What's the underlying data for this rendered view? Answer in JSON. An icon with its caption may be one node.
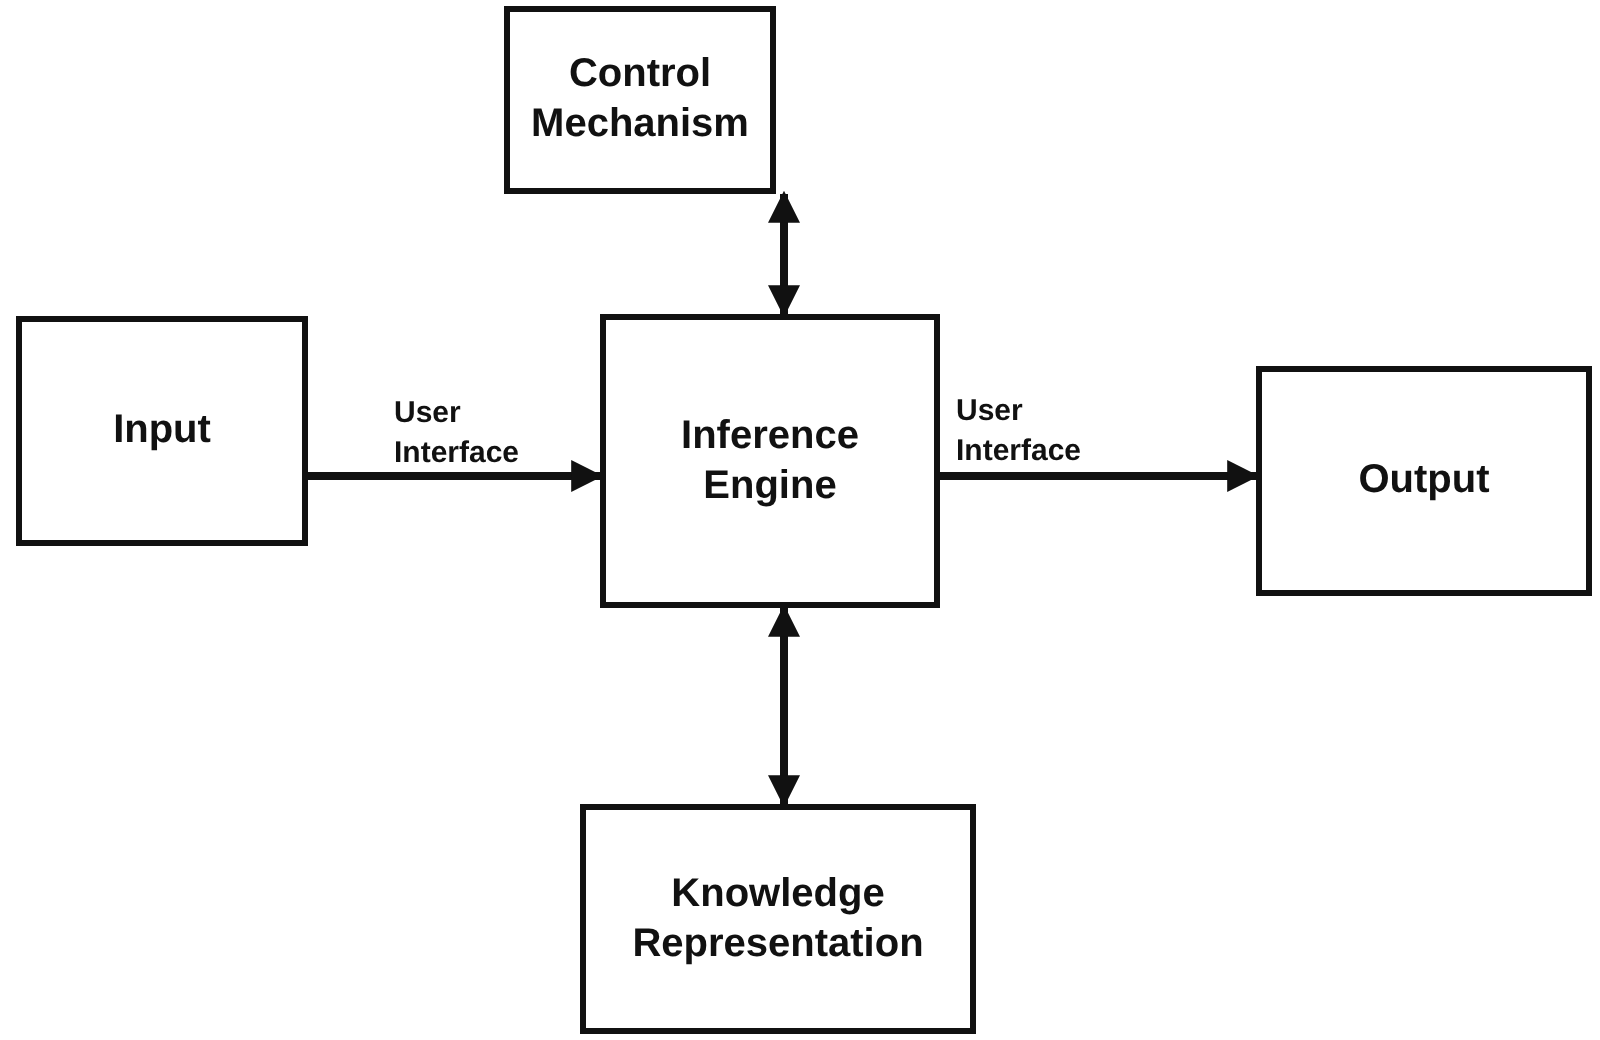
{
  "diagram": {
    "nodes": [
      {
        "text": [
          "Control Mechanism"
        ]
      },
      {
        "text": [
          "Input"
        ]
      },
      {
        "text": [
          "Inference Engine"
        ]
      },
      {
        "text": [
          "Output"
        ]
      },
      {
        "text": [
          "Knowledge Representation"
        ]
      }
    ],
    "edges": [
      {
        "from": 1,
        "to": 2,
        "arrow": "to",
        "label": "User Interface"
      },
      {
        "from": 2,
        "to": 3,
        "arrow": "to",
        "label": "User Interface"
      },
      {
        "from": 0,
        "to": 2,
        "arrow": "both"
      },
      {
        "from": 2,
        "to": 4,
        "arrow": "both"
      }
    ]
  }
}
